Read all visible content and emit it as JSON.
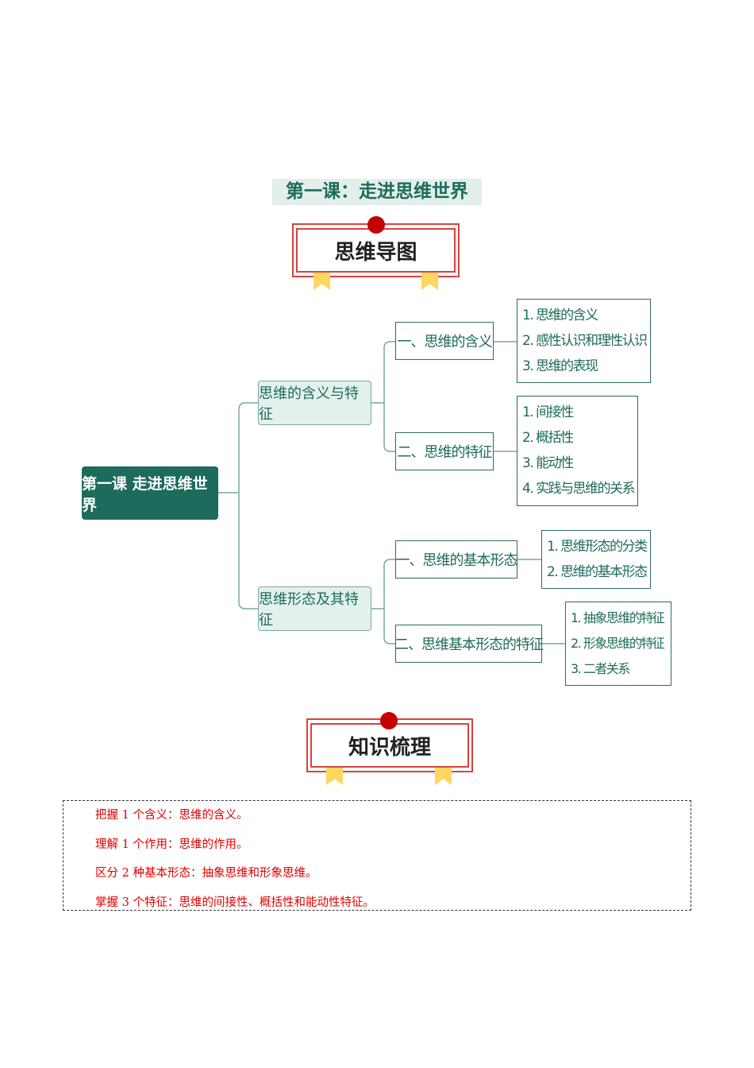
{
  "title": "第一课：走进思维世界",
  "banner1": "思维导图",
  "banner2": "知识梳理",
  "mindmap": {
    "root": "第一课  走进思维世界",
    "branches": [
      {
        "label": "思维的含义与特征",
        "children": [
          {
            "label": "一、思维的含义",
            "items": [
              "1. 思维的含义",
              "2. 感性认识和理性认识",
              "3. 思维的表现"
            ]
          },
          {
            "label": "二、思维的特征",
            "items": [
              "1. 间接性",
              "2. 概括性",
              "3. 能动性",
              "4. 实践与思维的关系"
            ]
          }
        ]
      },
      {
        "label": "思维形态及其特征",
        "children": [
          {
            "label": "一、思维的基本形态",
            "items": [
              "1. 思维形态的分类",
              "2. 思维的基本形态"
            ]
          },
          {
            "label": "二、思维基本形态的特征",
            "items": [
              "1. 抽象思维的特征",
              "2. 形象思维的特征",
              "3. 二者关系"
            ]
          }
        ]
      }
    ]
  },
  "summary": [
    "把握 1 个含义：思维的含义。",
    "理解 1 个作用：思维的作用。",
    "区分 2 种基本形态：抽象思维和形象思维。",
    "掌握 3 个特征：思维的间接性、概括性和能动性特征。"
  ],
  "colors": {
    "teal": "#1d6b5c",
    "red": "#e00000",
    "ribbon": "#ffd75e"
  }
}
